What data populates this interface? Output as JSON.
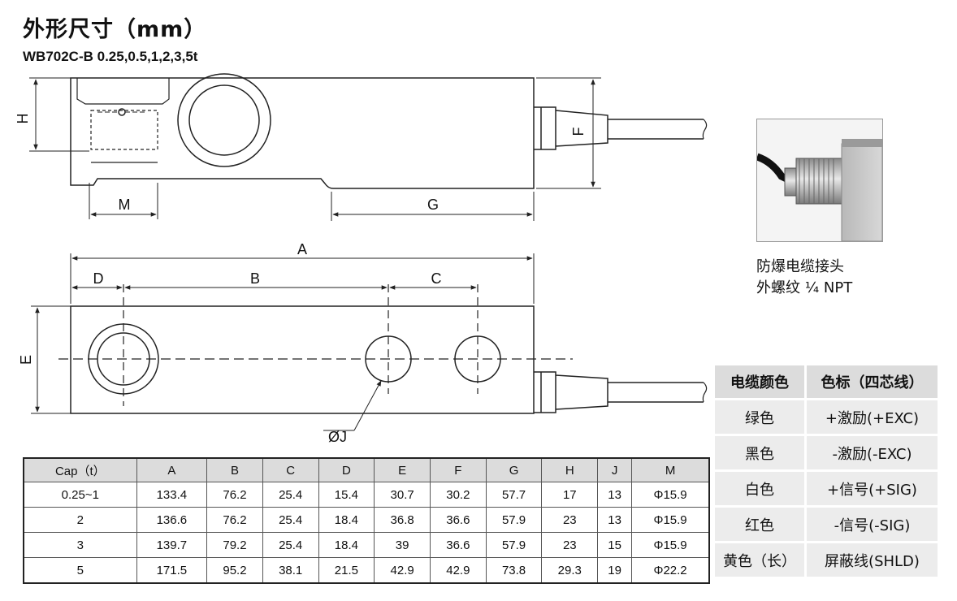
{
  "title": "外形尺寸（mm）",
  "subtitle": "WB702C-B 0.25,0.5,1,2,3,5t",
  "drawing_labels": {
    "H": "H",
    "F": "F",
    "M": "M",
    "G": "G",
    "A": "A",
    "B": "B",
    "C": "C",
    "D": "D",
    "E": "E",
    "J": "ØJ"
  },
  "caption": {
    "line1": "防爆电缆接头",
    "line2": "外螺纹 ¼ NPT"
  },
  "dimensions_table": {
    "headers": [
      "Cap（t）",
      "A",
      "B",
      "C",
      "D",
      "E",
      "F",
      "G",
      "H",
      "J",
      "M"
    ],
    "rows": [
      [
        "0.25~1",
        "133.4",
        "76.2",
        "25.4",
        "15.4",
        "30.7",
        "30.2",
        "57.7",
        "17",
        "13",
        "Φ15.9"
      ],
      [
        "2",
        "136.6",
        "76.2",
        "25.4",
        "18.4",
        "36.8",
        "36.6",
        "57.9",
        "23",
        "13",
        "Φ15.9"
      ],
      [
        "3",
        "139.7",
        "79.2",
        "25.4",
        "18.4",
        "39",
        "36.6",
        "57.9",
        "23",
        "15",
        "Φ15.9"
      ],
      [
        "5",
        "171.5",
        "95.2",
        "38.1",
        "21.5",
        "42.9",
        "42.9",
        "73.8",
        "29.3",
        "19",
        "Φ22.2"
      ]
    ]
  },
  "wire_table": {
    "headers": [
      "电缆颜色",
      "色标（四芯线）"
    ],
    "rows": [
      [
        "绿色",
        "+激励(+EXC)"
      ],
      [
        "黑色",
        "-激励(-EXC)"
      ],
      [
        "白色",
        "+信号(+SIG)"
      ],
      [
        "红色",
        "-信号(-SIG)"
      ],
      [
        "黄色（长）",
        "屏蔽线(SHLD)"
      ]
    ]
  }
}
